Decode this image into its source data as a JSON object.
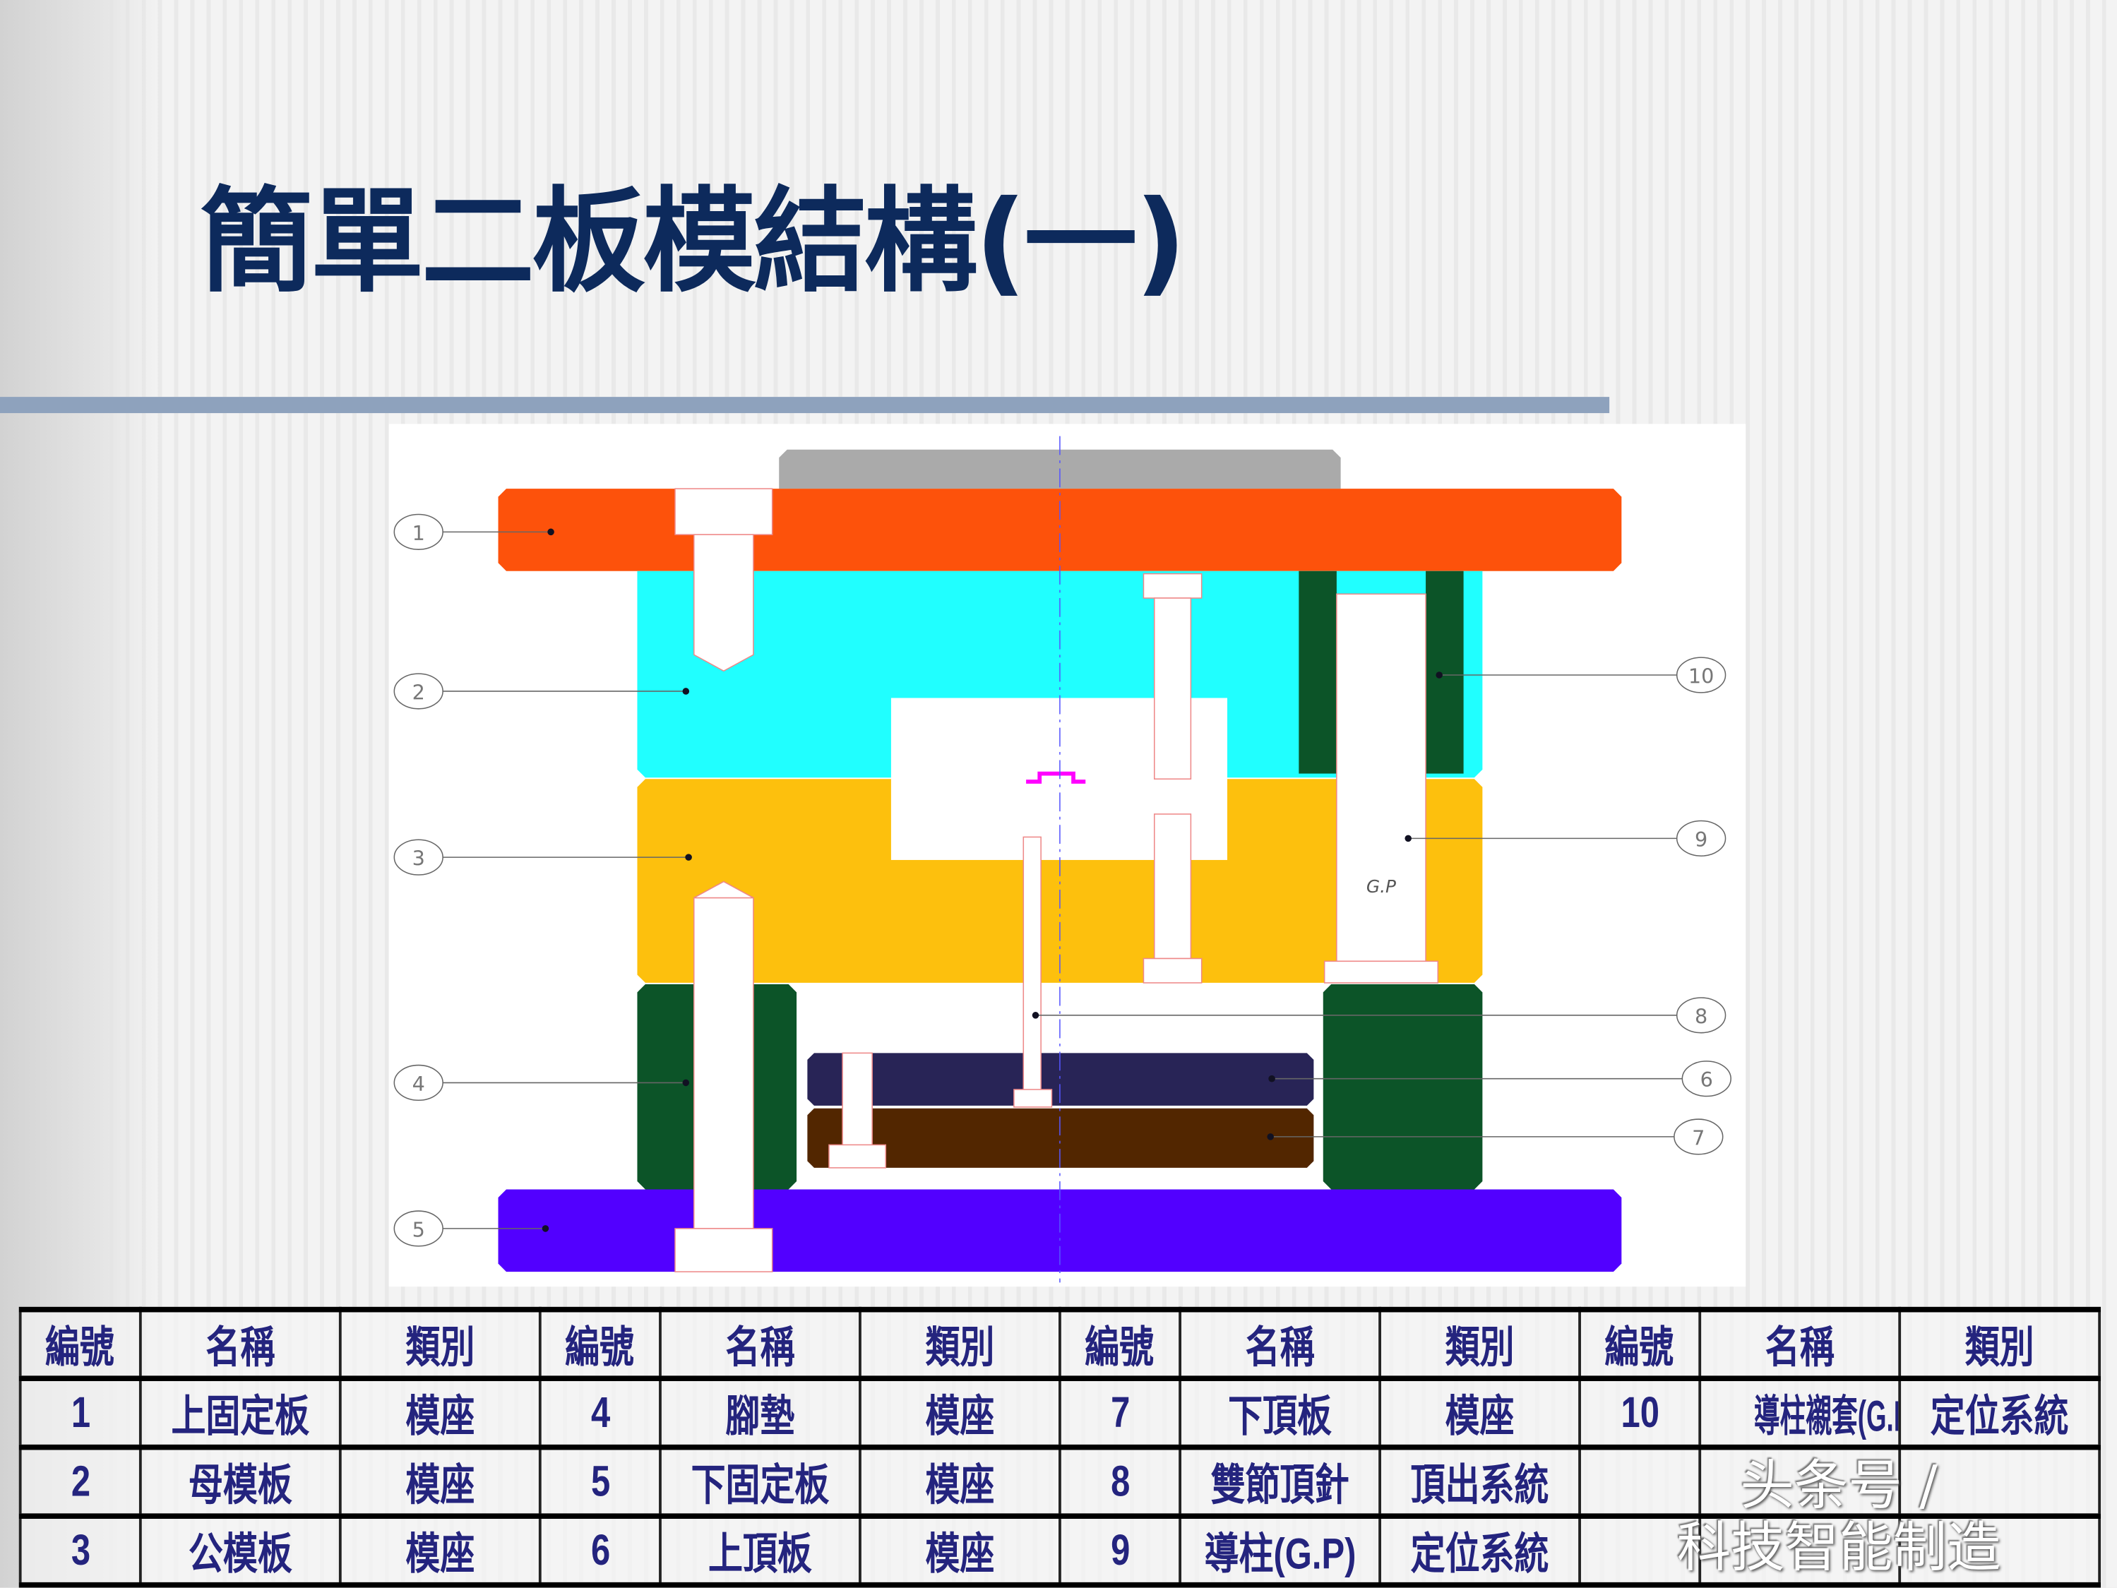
{
  "title": "簡單二板模結構(一)",
  "diagram": {
    "callouts_left": [
      "1",
      "2",
      "3",
      "4",
      "5"
    ],
    "callouts_right": [
      "10",
      "9",
      "8",
      "6",
      "7"
    ],
    "guide_pin_label": "G.P",
    "colors": {
      "top_clamp_plate": "#fd520b",
      "cavity_plate": "#20ffff",
      "core_plate": "#fdc00d",
      "spacer_block": "#0c5428",
      "bottom_clamp_plate": "#5200ff",
      "ejector_retainer_plate": "#282456",
      "ejector_plate": "#522600",
      "locating_ring": "#aaaaaa"
    }
  },
  "table": {
    "headers": [
      "編號",
      "名稱",
      "類別",
      "編號",
      "名稱",
      "類別",
      "編號",
      "名稱",
      "類別",
      "編號",
      "名稱",
      "類別"
    ],
    "rows": [
      [
        "1",
        "上固定板",
        "模座",
        "4",
        "腳墊",
        "模座",
        "7",
        "下頂板",
        "模座",
        "10",
        "導柱襯套(G.B",
        "定位系統"
      ],
      [
        "2",
        "母模板",
        "模座",
        "5",
        "下固定板",
        "模座",
        "8",
        "雙節頂針",
        "頂出系統",
        "",
        "",
        ""
      ],
      [
        "3",
        "公模板",
        "模座",
        "6",
        "上頂板",
        "模座",
        "9",
        "導柱(G.P)",
        "定位系統",
        "",
        "",
        ""
      ]
    ]
  },
  "watermark": "头条号 / 科技智能制造"
}
